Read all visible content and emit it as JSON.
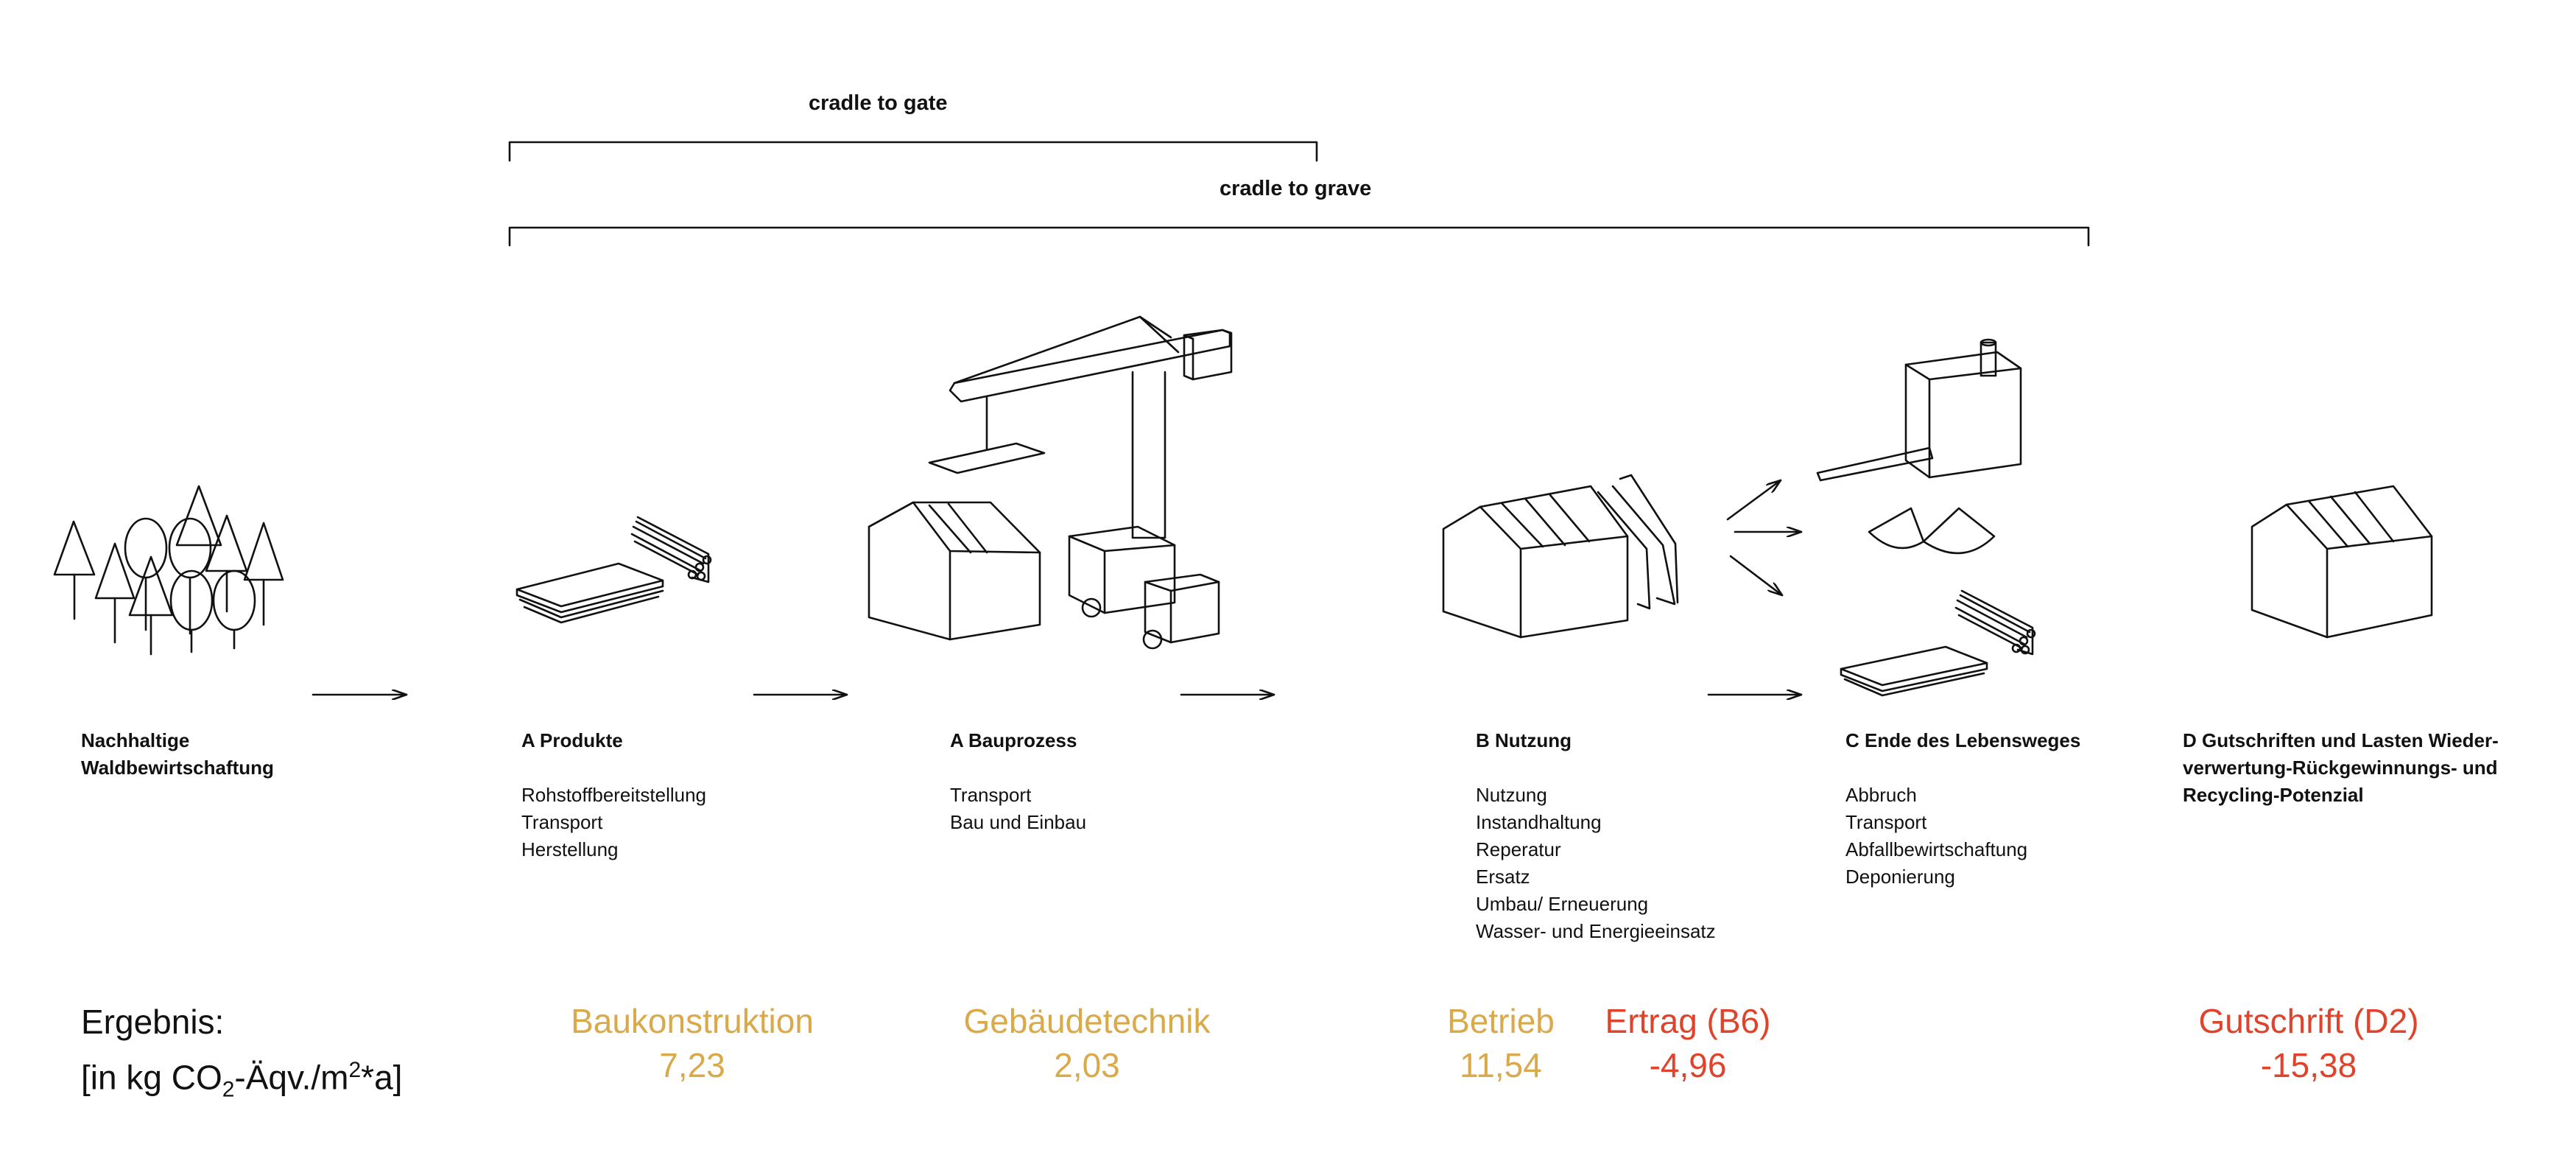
{
  "colors": {
    "gold": "#d9a94a",
    "red": "#e0432c",
    "line": "#111111"
  },
  "brackets": {
    "cradle_to_gate": "cradle to gate",
    "cradle_to_grave": "cradle to grave"
  },
  "stages": {
    "forest": {
      "title": [
        "Nachhaltige",
        "Waldbewirtschaftung"
      ]
    },
    "products": {
      "title": "A Produkte",
      "items": [
        "Rohstoffbereitstellung",
        "Transport",
        "Herstellung"
      ]
    },
    "construction": {
      "title": "A Bauprozess",
      "items": [
        "Transport",
        "Bau und Einbau"
      ]
    },
    "use": {
      "title": "B Nutzung",
      "items": [
        "Nutzung",
        "Instandhaltung",
        "Reperatur",
        "Ersatz",
        "Umbau/ Erneuerung",
        "Wasser- und Energieeinsatz"
      ]
    },
    "end_of_life": {
      "title": "C Ende des Lebensweges",
      "items": [
        "Abbruch",
        "Transport",
        "Abfallbewirtschaftung",
        "Deponierung"
      ]
    },
    "credits": {
      "title": [
        "D Gutschriften und Lasten Wieder-",
        "verwertung-Rückgewinnungs- und",
        "Recycling-Potenzial"
      ]
    }
  },
  "results": {
    "label_line1": "Ergebnis:",
    "label_prefix": "[in kg CO",
    "label_sub": "2",
    "label_mid": "-Äqv./m",
    "label_sup": "2",
    "label_suffix": "*a]",
    "items": [
      {
        "name": "Baukonstruktion",
        "value": "7,23"
      },
      {
        "name": "Gebäudetechnik",
        "value": "2,03"
      },
      {
        "name": "Betrieb",
        "value": "11,54"
      },
      {
        "name": "Ertrag (B6)",
        "value": "-4,96"
      },
      {
        "name": "Gutschrift (D2)",
        "value": "-15,38"
      }
    ]
  },
  "icons": [
    "forest-icon",
    "timber-products-icon",
    "crane-construction-icon",
    "house-use-icon",
    "demolition-recycling-icon",
    "house-credit-icon",
    "arrow-icon"
  ]
}
